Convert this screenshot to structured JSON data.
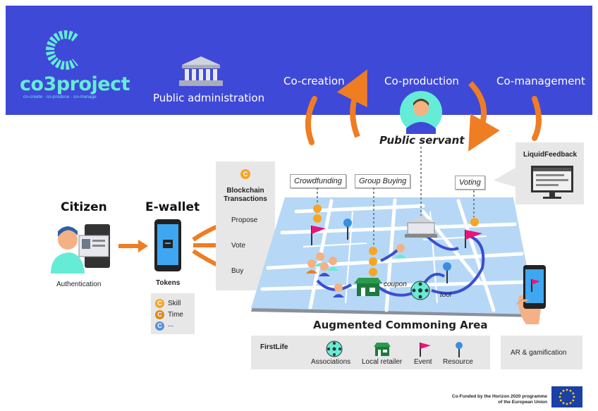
{
  "header": {
    "logo_text": "co3project",
    "logo_tagline": "co-create · co-produce · co-manage",
    "public_admin": "Public administration",
    "cocreation": "Co-creation",
    "coproduction": "Co-production",
    "comanagement": "Co-management",
    "public_servant": "Public servant"
  },
  "citizen": {
    "title": "Citizen",
    "auth": "Authentication"
  },
  "ewallet": {
    "title": "E-wallet",
    "tokens_label": "Tokens",
    "tokens": [
      "Skill",
      "Time",
      "..."
    ],
    "token_icon": "C"
  },
  "blockchain": {
    "title_line1": "Blockchain",
    "title_line2": "Transactions",
    "actions": [
      "Propose",
      "Vote",
      "Buy"
    ]
  },
  "tags": {
    "crowdfunding": "Crowdfunding",
    "group_buying": "Group Buying",
    "voting": "Voting",
    "liquid_feedback": "LiquidFeedback"
  },
  "map": {
    "coupon": "coupon",
    "tool": "tool",
    "area_title": "Augmented Commoning Area"
  },
  "legend": {
    "firstlife": "FirstLife",
    "items": [
      "Associations",
      "Local retailer",
      "Event",
      "Resource"
    ]
  },
  "ar_box": "AR & gamification",
  "footer": {
    "funding_line1": "Co-Funded by the Horizon 2020 programme",
    "funding_line2": "of the European Union"
  },
  "colors": {
    "header_blue": "#3f49d8",
    "teal": "#64ecd6",
    "orange": "#ef7d22",
    "map_blue": "#5ba3e5",
    "coin": "#f5a623",
    "event_pink": "#e8157a",
    "eu_blue": "#1c3fa8"
  }
}
